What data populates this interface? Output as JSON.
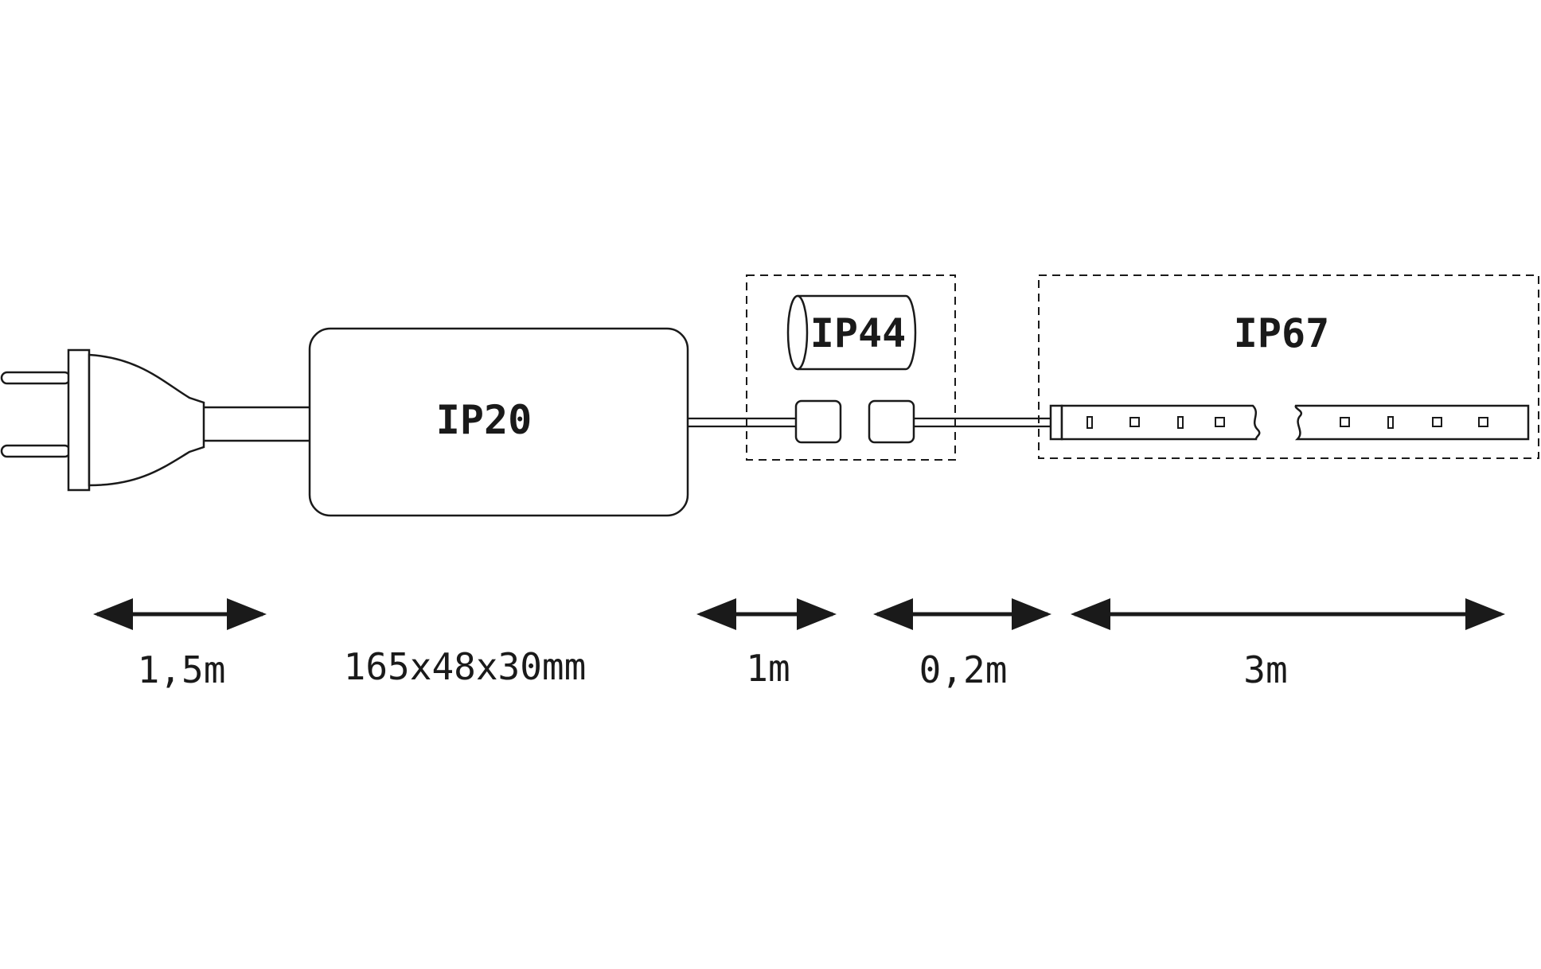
{
  "diagram": {
    "power_supply": {
      "rating": "IP20"
    },
    "connector_zone": {
      "rating": "IP44"
    },
    "strip_zone": {
      "rating": "IP67"
    }
  },
  "dimensions": {
    "plug_cable": "1,5m",
    "power_supply_size": "165x48x30mm",
    "supply_cable": "1m",
    "connector_cable": "0,2m",
    "strip_length": "3m"
  },
  "colors": {
    "line": "#1a1a1a",
    "background": "#ffffff"
  }
}
